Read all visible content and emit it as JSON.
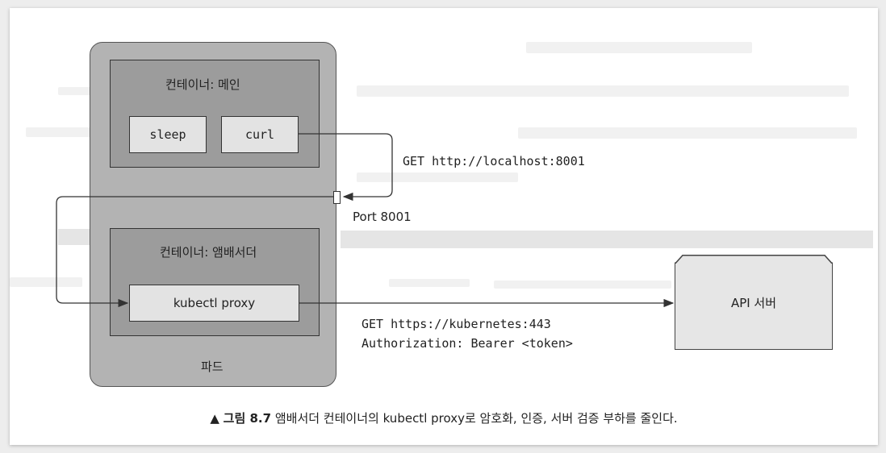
{
  "diagram": {
    "pod_label": "파드",
    "main_container": {
      "label": "컨테이너: 메인",
      "processes": [
        "sleep",
        "curl"
      ]
    },
    "ambassador_container": {
      "label": "컨테이너: 앰배서더",
      "process": "kubectl proxy"
    },
    "port_label": "Port 8001",
    "request_local": "GET http://localhost:8001",
    "request_remote_line1": "GET https://kubernetes:443",
    "request_remote_line2": "Authorization: Bearer <token>",
    "api_server": "API 서버"
  },
  "caption": {
    "marker": "▲",
    "figure_label": "그림 8.7",
    "text": "앰배서더 컨테이너의 kubectl proxy로 암호화, 인증, 서버 검증 부하를 줄인다."
  }
}
